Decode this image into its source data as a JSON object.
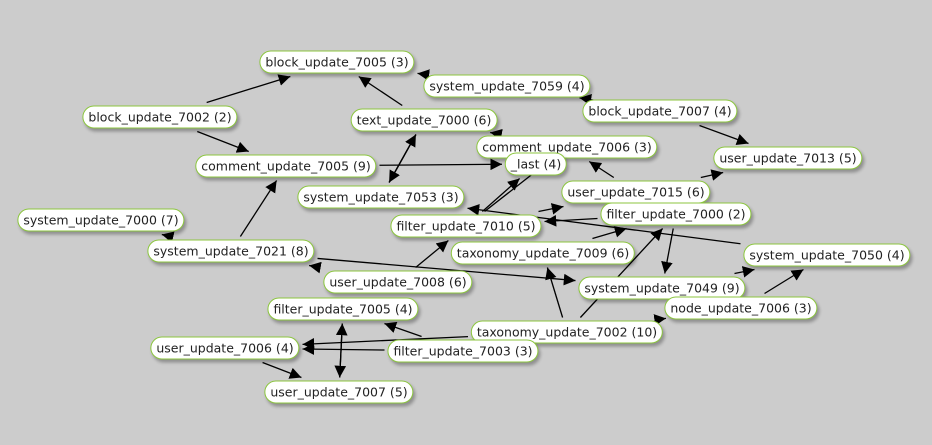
{
  "colors": {
    "background": "#cccccc",
    "node_border": "#8cc63f",
    "node_fill": "#ffffff",
    "edge": "#000000"
  },
  "nodes": [
    {
      "id": "block_update_7005",
      "label": "block_update_7005 (3)"
    },
    {
      "id": "system_update_7059",
      "label": "system_update_7059 (4)"
    },
    {
      "id": "block_update_7002",
      "label": "block_update_7002 (2)"
    },
    {
      "id": "text_update_7000",
      "label": "text_update_7000 (6)"
    },
    {
      "id": "block_update_7007",
      "label": "block_update_7007 (4)"
    },
    {
      "id": "comment_update_7006",
      "label": "comment_update_7006 (3)"
    },
    {
      "id": "user_update_7013",
      "label": "user_update_7013 (5)"
    },
    {
      "id": "comment_update_7005",
      "label": "comment_update_7005 (9)"
    },
    {
      "id": "_last",
      "label": "_last (4)"
    },
    {
      "id": "system_update_7053",
      "label": "system_update_7053 (3)"
    },
    {
      "id": "user_update_7015",
      "label": "user_update_7015 (6)"
    },
    {
      "id": "system_update_7000",
      "label": "system_update_7000 (7)"
    },
    {
      "id": "filter_update_7010",
      "label": "filter_update_7010 (5)"
    },
    {
      "id": "filter_update_7000",
      "label": "filter_update_7000 (2)"
    },
    {
      "id": "system_update_7021",
      "label": "system_update_7021 (8)"
    },
    {
      "id": "taxonomy_update_7009",
      "label": "taxonomy_update_7009 (6)"
    },
    {
      "id": "system_update_7050",
      "label": "system_update_7050 (4)"
    },
    {
      "id": "user_update_7008",
      "label": "user_update_7008 (6)"
    },
    {
      "id": "system_update_7049",
      "label": "system_update_7049 (9)"
    },
    {
      "id": "filter_update_7005",
      "label": "filter_update_7005 (4)"
    },
    {
      "id": "node_update_7006",
      "label": "node_update_7006 (3)"
    },
    {
      "id": "taxonomy_update_7002",
      "label": "taxonomy_update_7002 (10)"
    },
    {
      "id": "user_update_7006",
      "label": "user_update_7006 (4)"
    },
    {
      "id": "filter_update_7003",
      "label": "filter_update_7003 (3)"
    },
    {
      "id": "user_update_7007",
      "label": "user_update_7007 (5)"
    }
  ],
  "edges": [
    [
      "block_update_7002",
      "block_update_7005"
    ],
    [
      "text_update_7000",
      "block_update_7005"
    ],
    [
      "system_update_7059",
      "block_update_7005"
    ],
    [
      "block_update_7002",
      "comment_update_7005"
    ],
    [
      "system_update_7021",
      "comment_update_7005"
    ],
    [
      "comment_update_7005",
      "_last"
    ],
    [
      "system_update_7053",
      "text_update_7000"
    ],
    [
      "text_update_7000",
      "system_update_7053"
    ],
    [
      "text_update_7000",
      "comment_update_7006"
    ],
    [
      "system_update_7059",
      "block_update_7007"
    ],
    [
      "block_update_7007",
      "user_update_7013"
    ],
    [
      "user_update_7015",
      "user_update_7013"
    ],
    [
      "user_update_7015",
      "comment_update_7006"
    ],
    [
      "filter_update_7010",
      "_last"
    ],
    [
      "filter_update_7010",
      "comment_update_7006"
    ],
    [
      "filter_update_7010",
      "user_update_7015"
    ],
    [
      "system_update_7050",
      "system_update_7053"
    ],
    [
      "filter_update_7000",
      "filter_update_7010"
    ],
    [
      "filter_update_7000",
      "system_update_7049"
    ],
    [
      "taxonomy_update_7009",
      "filter_update_7000"
    ],
    [
      "user_update_7008",
      "filter_update_7010"
    ],
    [
      "system_update_7021",
      "system_update_7049"
    ],
    [
      "system_update_7021",
      "system_update_7000"
    ],
    [
      "taxonomy_update_7002",
      "taxonomy_update_7009"
    ],
    [
      "taxonomy_update_7002",
      "filter_update_7000"
    ],
    [
      "taxonomy_update_7002",
      "user_update_7006"
    ],
    [
      "filter_update_7003",
      "user_update_7006"
    ],
    [
      "filter_update_7003",
      "filter_update_7005"
    ],
    [
      "user_update_7007",
      "filter_update_7005"
    ],
    [
      "filter_update_7005",
      "user_update_7007"
    ],
    [
      "user_update_7006",
      "user_update_7007"
    ],
    [
      "node_update_7006",
      "system_update_7050"
    ],
    [
      "node_update_7006",
      "system_update_7049"
    ],
    [
      "system_update_7049",
      "system_update_7050"
    ],
    [
      "node_update_7006",
      "taxonomy_update_7002"
    ],
    [
      "user_update_7008",
      "system_update_7021"
    ]
  ]
}
